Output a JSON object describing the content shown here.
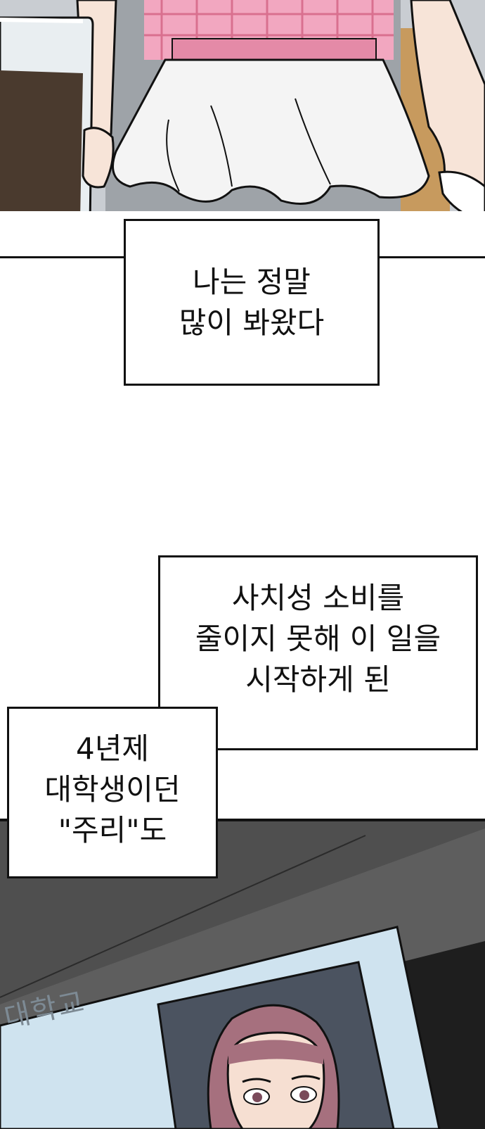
{
  "captions": {
    "first": "나는 정말\n많이 봐왔다",
    "second": "사치성 소비를\n줄이지 못해 이 일을\n시작하게 된",
    "third": "4년제\n대학생이던\n\"주리\"도"
  },
  "photo": {
    "card_text": "대학교"
  },
  "colors": {
    "plaid_pink": "#f2a7c0",
    "ruffle_white": "#f4f4f4",
    "skirt_gray": "#9ea3a8",
    "coffee_brown": "#4a3a2e",
    "card_blue": "#cfe3ef",
    "hair_mauve": "#a6707e"
  }
}
